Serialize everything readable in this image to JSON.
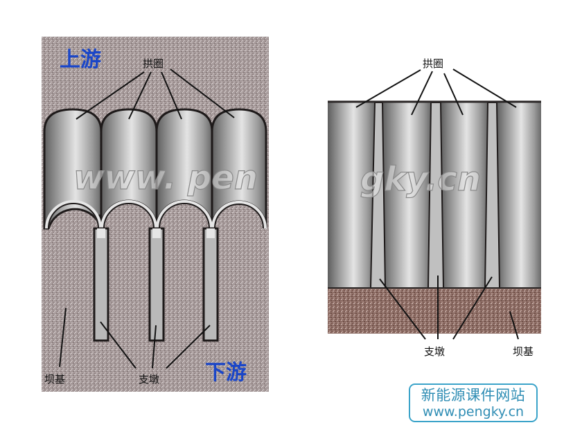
{
  "left_diagram": {
    "title_upstream": "上游",
    "title_downstream": "下游",
    "label_arch": "拱圈",
    "label_pier": "支墩",
    "label_foundation": "坝基",
    "arch_count": 4,
    "pier_count": 3,
    "colors": {
      "rock": "#a89c9c",
      "pier": "#b9b9b9",
      "outline": "#1e1a1a",
      "label_blue": "#1a46c8"
    }
  },
  "right_diagram": {
    "label_arch": "拱圈",
    "label_pier": "支墩",
    "label_foundation": "坝基",
    "arch_count": 4,
    "pier_count": 3,
    "colors": {
      "foundation": "#8f7068",
      "pier": "#c0c0c0"
    }
  },
  "watermark": {
    "left": "www. pen",
    "right": "gky.cn"
  },
  "badge": {
    "line1": "新能源课件网站",
    "line2": "www.pengky.cn",
    "color": "#2f8db4"
  }
}
